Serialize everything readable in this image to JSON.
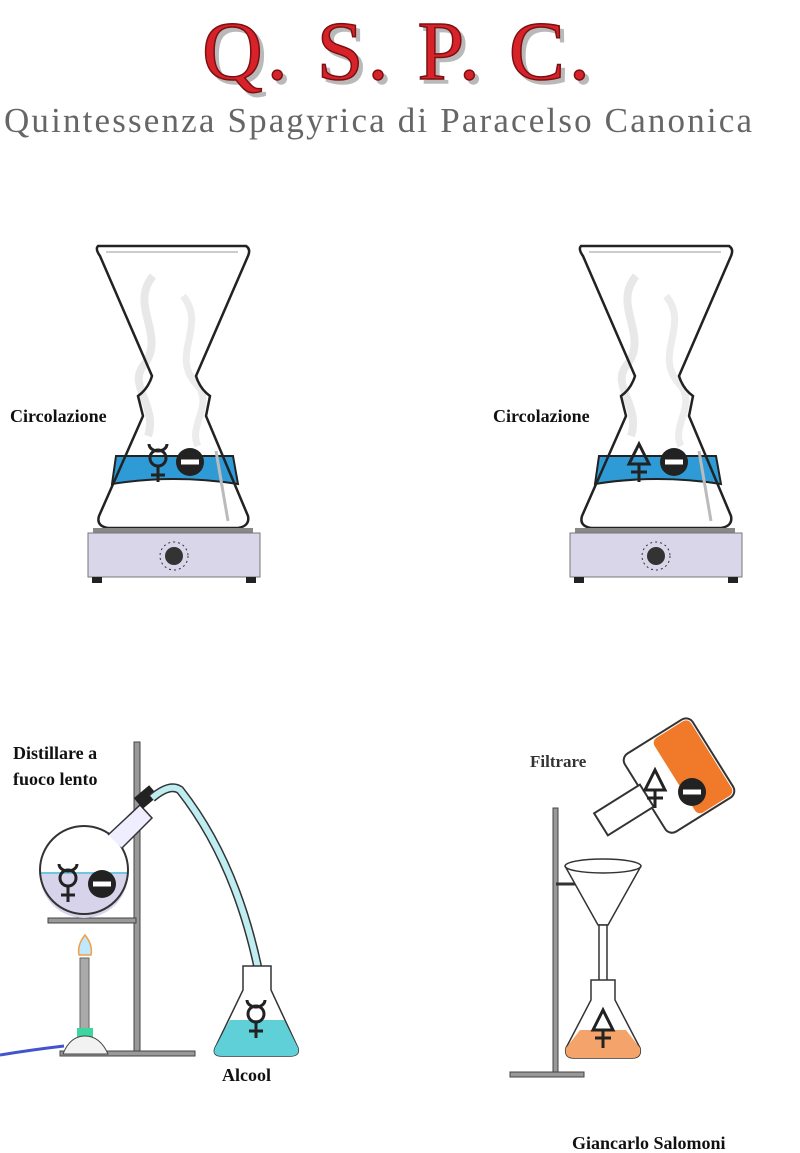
{
  "header": {
    "title": "Q. S. P. C.",
    "subtitle": "Quintessenza Spagyrica di Paracelso Canonica"
  },
  "panels": [
    {
      "label": "Circolazione",
      "symbols": [
        "mercury-symbol",
        "salt-symbol"
      ]
    },
    {
      "label": "Circolazione",
      "symbols": [
        "sulfur-symbol",
        "salt-symbol"
      ]
    },
    {
      "label_line1": "Distillare a",
      "label_line2": "fuoco lento",
      "receiver_label": "Alcool",
      "symbols": [
        "mercury-symbol",
        "salt-symbol"
      ]
    },
    {
      "label": "Filtrare",
      "symbols": [
        "sulfur-symbol",
        "salt-symbol"
      ]
    }
  ],
  "author": "Giancarlo Salomoni",
  "colors": {
    "title": "#d8222a",
    "liquid_blue": "#2e9ad6",
    "liquid_cyan": "#5fd0d8",
    "liquid_orange": "#f07a2a",
    "heater": "#d9d6ea"
  }
}
